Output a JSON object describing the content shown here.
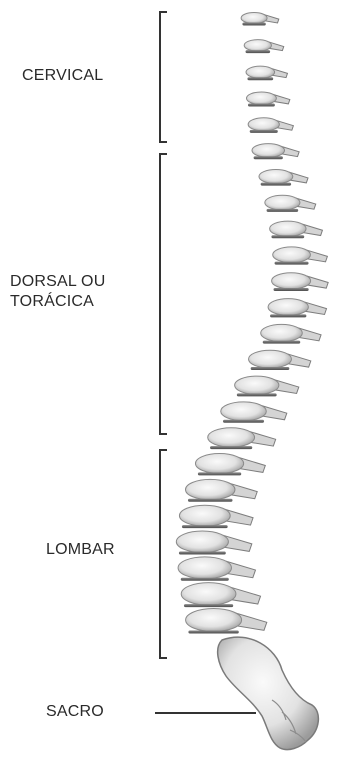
{
  "regions": {
    "cervical": "CERVICAL",
    "dorsal_line1": "DORSAL OU",
    "dorsal_line2": "TORÁCICA",
    "lombar": "LOMBAR",
    "sacro": "SACRO"
  },
  "colors": {
    "bone_fill": "#e9e9e9",
    "bone_shade": "#a9a9a9",
    "bone_dark": "#6f6f6f",
    "ink": "#2a2a2a"
  }
}
